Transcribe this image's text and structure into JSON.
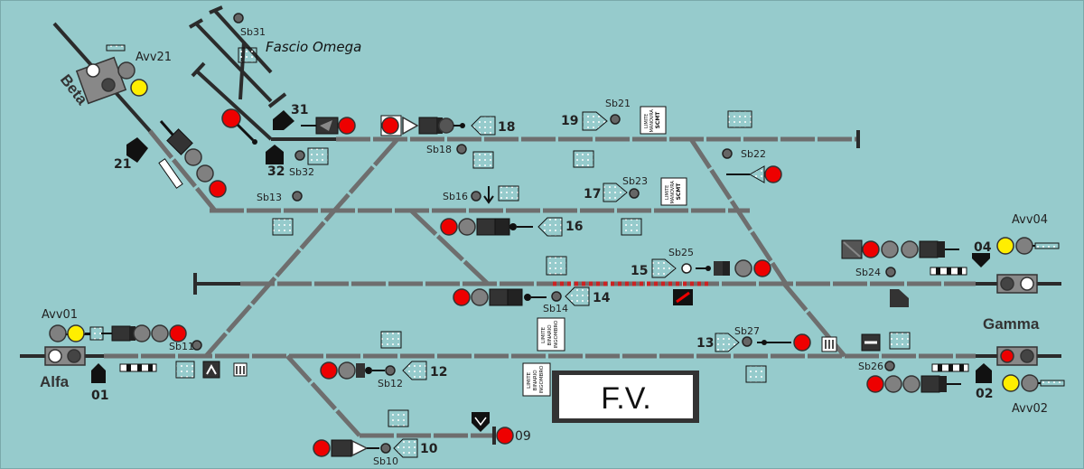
{
  "station_label": "F.V.",
  "colors": {
    "background": "#96cbcc",
    "track": "#2b2b2b",
    "track_segment": "#6e6e6e",
    "signal_red": "#ee0000",
    "signal_yellow": "#ffee00",
    "signal_gray": "#808080",
    "signal_white": "#ffffff",
    "route_red": "#cc2222"
  },
  "areas": {
    "alfa": "Alfa",
    "beta": "Beta",
    "gamma": "Gamma",
    "fascio": "Fascio Omega"
  },
  "tracks": {
    "t09": "09",
    "t10": "10",
    "t12": "12",
    "t13": "13",
    "t14": "14",
    "t15": "15",
    "t16": "16",
    "t17": "17",
    "t18": "18",
    "t19": "19",
    "t21": "21",
    "t31": "31",
    "t32": "32",
    "t01": "01",
    "t02": "02",
    "t04": "04"
  },
  "signals": {
    "avv01": "Avv01",
    "avv02": "Avv02",
    "avv04": "Avv04",
    "avv21": "Avv21"
  },
  "switches": {
    "sb10": "Sb10",
    "sb11": "Sb11",
    "sb12": "Sb12",
    "sb13": "Sb13",
    "sb14": "Sb14",
    "sb16": "Sb16",
    "sb18": "Sb18",
    "sb21": "Sb21",
    "sb22": "Sb22",
    "sb23": "Sb23",
    "sb24": "Sb24",
    "sb25": "Sb25",
    "sb26": "Sb26",
    "sb27": "Sb27",
    "sb31": "Sb31",
    "sb32": "Sb32"
  },
  "boards": {
    "limite_manovra_scmt_1": {
      "l1": "LIMITE",
      "l2": "MANOVRA",
      "l3": "SCMT"
    },
    "limite_manovra_scmt_2": {
      "l1": "LIMITE",
      "l2": "MANOVRA",
      "l3": "SCMT"
    },
    "limite_binario_ingombro_1": {
      "l1": "LIMITE",
      "l2": "BINARIO",
      "l3": "INGOMBRO"
    },
    "limite_binario_ingombro_2": {
      "l1": "LIMITE",
      "l2": "BINARIO",
      "l3": "INGOMBRO"
    }
  }
}
